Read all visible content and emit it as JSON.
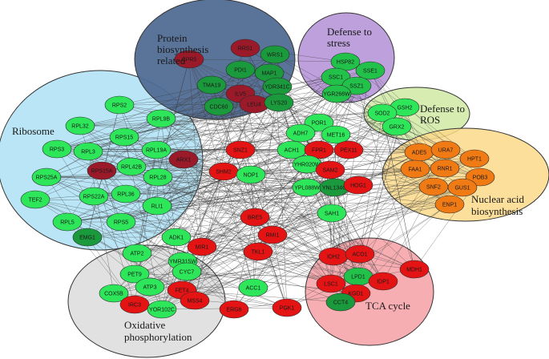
{
  "diagram": {
    "clusters": [
      {
        "id": "ribosome",
        "label_lines": [
          "Ribosome"
        ],
        "fill": "#aee0f5",
        "stroke": "#333333"
      },
      {
        "id": "protein",
        "label_lines": [
          "Protein",
          "biosynthesis",
          "related"
        ],
        "fill": "#506c94",
        "stroke": "#333333"
      },
      {
        "id": "stress",
        "label_lines": [
          "Defense to",
          "stress"
        ],
        "fill": "#b18fd6",
        "stroke": "#333333"
      },
      {
        "id": "ros",
        "label_lines": [
          "Defense to",
          "ROS"
        ],
        "fill": "#cfe9a3",
        "stroke": "#333333"
      },
      {
        "id": "nucleic",
        "label_lines": [
          "Nuclear acid",
          "biosynthesis"
        ],
        "fill": "#fad98a",
        "stroke": "#333333"
      },
      {
        "id": "tca",
        "label_lines": [
          "TCA cycle"
        ],
        "fill": "#f6a0a6",
        "stroke": "#333333"
      },
      {
        "id": "oxphos",
        "label_lines": [
          "Oxidative",
          "phosphorylation"
        ],
        "fill": "#dcdcdc",
        "stroke": "#333333"
      }
    ],
    "color_scale": {
      "light_green": "#2ee65a",
      "green": "#22c24a",
      "dark_green": "#1a9a3c",
      "dark_red": "#9a1a2a",
      "red": "#e51414",
      "orange": "#f07a14"
    },
    "nodes": [
      {
        "id": "RPS2",
        "label": "RPS2",
        "color": "light_green"
      },
      {
        "id": "RPL32",
        "label": "RPL32",
        "color": "light_green"
      },
      {
        "id": "RPL9B",
        "label": "RPL9B",
        "color": "light_green"
      },
      {
        "id": "RPS3",
        "label": "RPS3",
        "color": "light_green"
      },
      {
        "id": "RPL3",
        "label": "RPL3",
        "color": "light_green"
      },
      {
        "id": "RPS15",
        "label": "RPS15",
        "color": "light_green"
      },
      {
        "id": "RPL19A",
        "label": "RPL19A",
        "color": "light_green"
      },
      {
        "id": "RPS25A",
        "label": "RPS25A",
        "color": "light_green"
      },
      {
        "id": "RPS15A",
        "label": "RPS15A",
        "color": "dark_red"
      },
      {
        "id": "RPL42B",
        "label": "RPL42B",
        "color": "light_green"
      },
      {
        "id": "ARX1",
        "label": "ARX1",
        "color": "dark_red"
      },
      {
        "id": "RPL28",
        "label": "RPL28",
        "color": "light_green"
      },
      {
        "id": "TEF2",
        "label": "TEF2",
        "color": "light_green"
      },
      {
        "id": "RPS22A",
        "label": "RPS22A",
        "color": "light_green"
      },
      {
        "id": "RPL36",
        "label": "RPL36",
        "color": "light_green"
      },
      {
        "id": "RLI1",
        "label": "RLI1",
        "color": "light_green"
      },
      {
        "id": "RPL5",
        "label": "RPL5",
        "color": "light_green"
      },
      {
        "id": "RPS5",
        "label": "RPS5",
        "color": "light_green"
      },
      {
        "id": "EMG1",
        "label": "EMG1",
        "color": "dark_green"
      },
      {
        "id": "CPR5",
        "label": "CPR5",
        "color": "dark_red"
      },
      {
        "id": "RRS1",
        "label": "RRS1",
        "color": "dark_red"
      },
      {
        "id": "WRS1",
        "label": "WRS1",
        "color": "dark_green"
      },
      {
        "id": "PDI1",
        "label": "PDI1",
        "color": "dark_green"
      },
      {
        "id": "MAP1",
        "label": "MAP1",
        "color": "dark_green"
      },
      {
        "id": "TMA19",
        "label": "TMA19",
        "color": "dark_green"
      },
      {
        "id": "YDR341C",
        "label": "YDR341C",
        "color": "dark_green"
      },
      {
        "id": "ILV5",
        "label": "ILV5",
        "color": "dark_red"
      },
      {
        "id": "CDC60",
        "label": "CDC60",
        "color": "dark_green"
      },
      {
        "id": "LEU4",
        "label": "LEU4",
        "color": "dark_red"
      },
      {
        "id": "LYS20",
        "label": "LYS20",
        "color": "dark_green"
      },
      {
        "id": "HSP82",
        "label": "HSP82",
        "color": "green"
      },
      {
        "id": "SSC1",
        "label": "SSC1",
        "color": "green"
      },
      {
        "id": "SSE1",
        "label": "SSE1",
        "color": "green"
      },
      {
        "id": "SSZ1",
        "label": "SSZ1",
        "color": "green"
      },
      {
        "id": "YGR266W",
        "label": "YGR266W",
        "color": "green"
      },
      {
        "id": "GSH2",
        "label": "GSH2",
        "color": "light_green"
      },
      {
        "id": "SOD2",
        "label": "SOD2",
        "color": "light_green"
      },
      {
        "id": "GRX2",
        "label": "GRX2",
        "color": "light_green"
      },
      {
        "id": "ADE5",
        "label": "ADE5",
        "color": "orange"
      },
      {
        "id": "URA7",
        "label": "URA7",
        "color": "orange"
      },
      {
        "id": "HPT1",
        "label": "HPT1",
        "color": "orange"
      },
      {
        "id": "FAA1",
        "label": "FAA1",
        "color": "orange"
      },
      {
        "id": "RNR1",
        "label": "RNR1",
        "color": "orange"
      },
      {
        "id": "POB3",
        "label": "POB3",
        "color": "orange"
      },
      {
        "id": "SNF2",
        "label": "SNF2",
        "color": "orange"
      },
      {
        "id": "GUS1",
        "label": "GUS1",
        "color": "orange"
      },
      {
        "id": "ENP1",
        "label": "ENP1",
        "color": "orange"
      },
      {
        "id": "POR1",
        "label": "POR1",
        "color": "light_green"
      },
      {
        "id": "ADH7",
        "label": "ADH7",
        "color": "light_green"
      },
      {
        "id": "MET16",
        "label": "MET16",
        "color": "light_green"
      },
      {
        "id": "ACH1",
        "label": "ACH1",
        "color": "light_green"
      },
      {
        "id": "FPR1",
        "label": "FPR1",
        "color": "red"
      },
      {
        "id": "PEX11",
        "label": "PEX11",
        "color": "red"
      },
      {
        "id": "SNZ1",
        "label": "SNZ1",
        "color": "red"
      },
      {
        "id": "YHR020W",
        "label": "YHR020W",
        "color": "light_green"
      },
      {
        "id": "SHM2",
        "label": "SHM2",
        "color": "red"
      },
      {
        "id": "NOP1",
        "label": "NOP1",
        "color": "light_green"
      },
      {
        "id": "SAM2",
        "label": "SAM2",
        "color": "red"
      },
      {
        "id": "YPL088W",
        "label": "YPL088W",
        "color": "light_green"
      },
      {
        "id": "YNL134C",
        "label": "YNL134C",
        "color": "dark_green"
      },
      {
        "id": "HOG1",
        "label": "HOG1",
        "color": "red"
      },
      {
        "id": "SAH1",
        "label": "SAH1",
        "color": "light_green"
      },
      {
        "id": "BRE5",
        "label": "BRE5",
        "color": "red"
      },
      {
        "id": "RMI1",
        "label": "RMI1",
        "color": "red"
      },
      {
        "id": "ADK1",
        "label": "ADK1",
        "color": "light_green"
      },
      {
        "id": "MIR1",
        "label": "MIR1",
        "color": "red"
      },
      {
        "id": "ATP2",
        "label": "ATP2",
        "color": "light_green"
      },
      {
        "id": "YMR31SW",
        "label": "YMR315W",
        "color": "light_green"
      },
      {
        "id": "TKL1",
        "label": "TKL1",
        "color": "red"
      },
      {
        "id": "PET9",
        "label": "PET9",
        "color": "light_green"
      },
      {
        "id": "CYC7",
        "label": "CYC7",
        "color": "light_green"
      },
      {
        "id": "ATP3",
        "label": "ATP3",
        "color": "light_green"
      },
      {
        "id": "COX5B",
        "label": "COX5B",
        "color": "light_green"
      },
      {
        "id": "FET4",
        "label": "FET4",
        "color": "red"
      },
      {
        "id": "IRC3",
        "label": "IRC3",
        "color": "red"
      },
      {
        "id": "MSS4",
        "label": "MSS4",
        "color": "red"
      },
      {
        "id": "YOR102C",
        "label": "YOR102C",
        "color": "light_green"
      },
      {
        "id": "ACC1",
        "label": "ACC1",
        "color": "light_green"
      },
      {
        "id": "ERG6",
        "label": "ERG6",
        "color": "red"
      },
      {
        "id": "PGK1",
        "label": "PGK1",
        "color": "red"
      },
      {
        "id": "IDH2",
        "label": "IDH2",
        "color": "red"
      },
      {
        "id": "ACO1",
        "label": "ACO1",
        "color": "red"
      },
      {
        "id": "MDH1",
        "label": "MDH1",
        "color": "red"
      },
      {
        "id": "LPD1",
        "label": "LPD1",
        "color": "green"
      },
      {
        "id": "LSC1",
        "label": "LSC1",
        "color": "red"
      },
      {
        "id": "IDP1",
        "label": "IDP1",
        "color": "red"
      },
      {
        "id": "KGD1",
        "label": "KGD1",
        "color": "red"
      },
      {
        "id": "CCT4",
        "label": "CCT4",
        "color": "dark_green"
      }
    ]
  }
}
